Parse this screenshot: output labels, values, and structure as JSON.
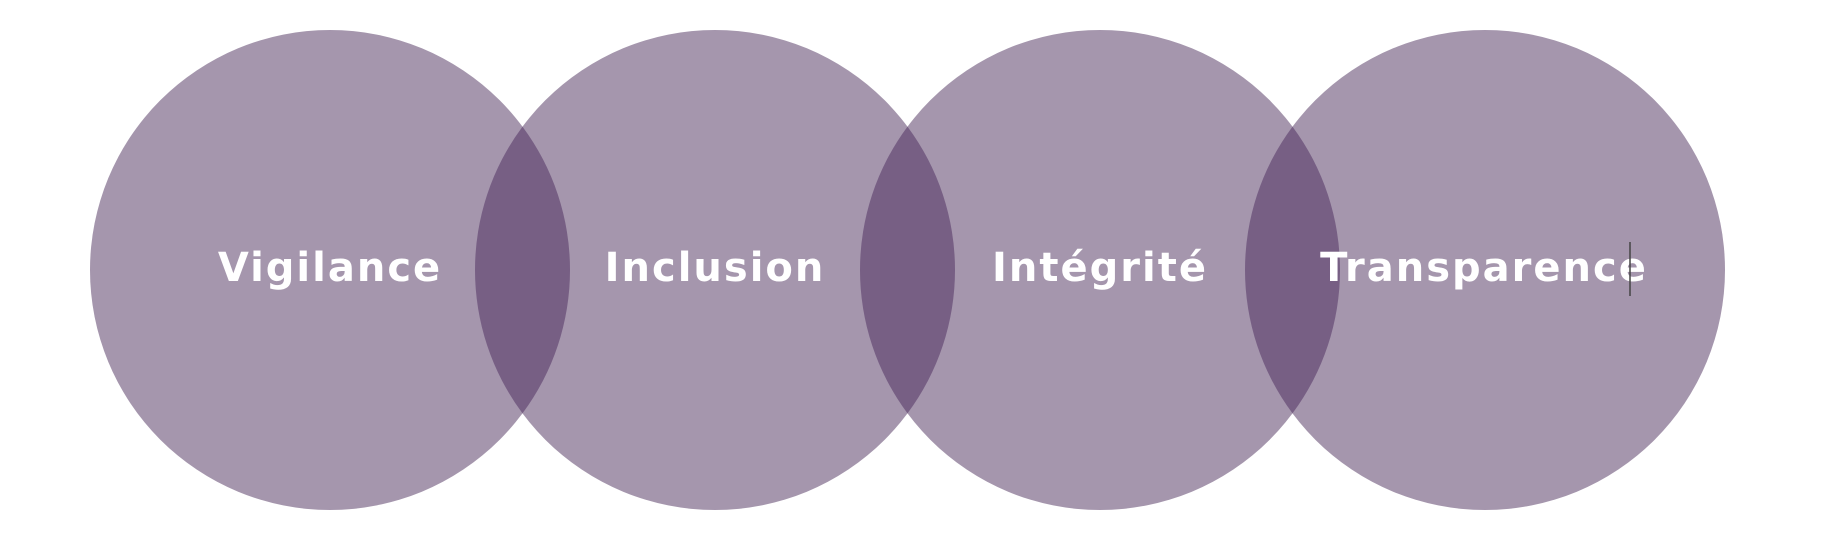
{
  "diagram": {
    "colors": {
      "circle_fill": "#a596ad",
      "overlap_fill": "#775f84",
      "label_color": "#ffffff",
      "background": "#ffffff"
    },
    "circles": [
      {
        "label": "Vigilance"
      },
      {
        "label": "Inclusion"
      },
      {
        "label": "Intégrité"
      },
      {
        "label": "Transparence"
      }
    ]
  }
}
